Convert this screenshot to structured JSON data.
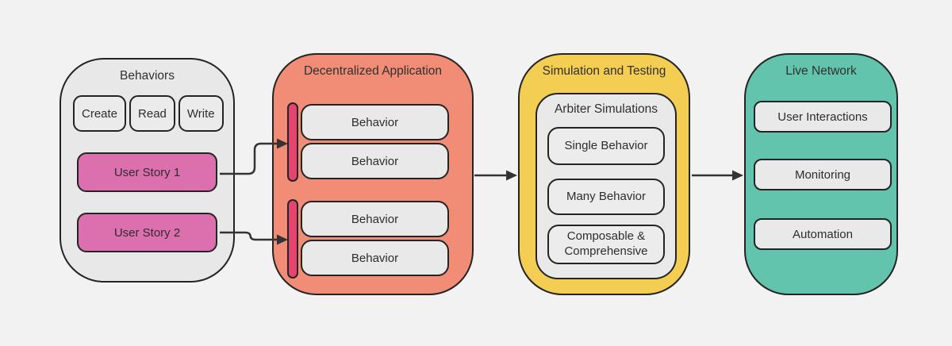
{
  "colors": {
    "background": "#f2f2f2",
    "panel_gray": "#e8e8e8",
    "inner_box_gray": "#e9e9e9",
    "salmon": "#f18c76",
    "yellow": "#f3ce52",
    "teal": "#62c4ac",
    "story_pink": "#dc6fad",
    "bar_crimson": "#e3456f",
    "outline": "#242424",
    "connector": "#333333"
  },
  "behaviors_panel": {
    "title": "Behaviors",
    "crud": {
      "create": "Create",
      "read": "Read",
      "write": "Write"
    },
    "user_story_1": "User Story 1",
    "user_story_2": "User Story 2"
  },
  "dapp_panel": {
    "title": "Decentralized Application",
    "behavior_boxes": [
      "Behavior",
      "Behavior",
      "Behavior",
      "Behavior"
    ]
  },
  "simulation_panel": {
    "title": "Simulation and Testing",
    "arbiter_title": "Arbiter Simulations",
    "items": [
      "Single Behavior",
      "Many Behavior",
      "Composable & Comprehensive"
    ]
  },
  "live_panel": {
    "title": "Live Network",
    "items": [
      "User Interactions",
      "Monitoring",
      "Automation"
    ]
  }
}
